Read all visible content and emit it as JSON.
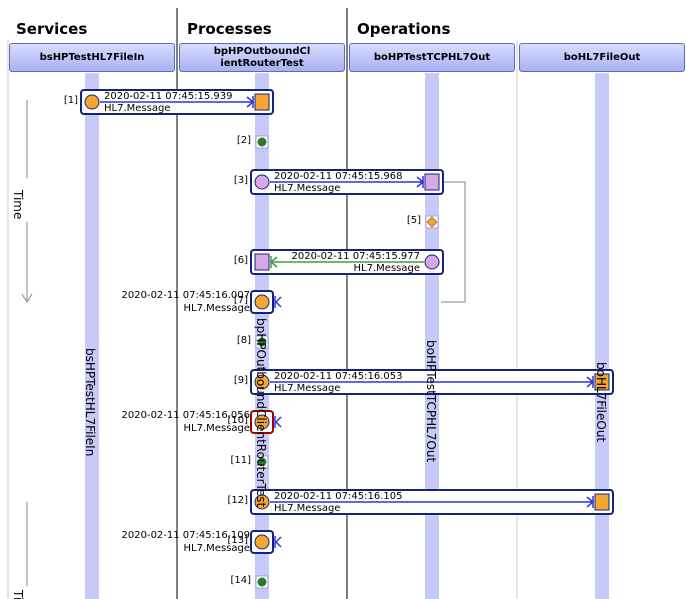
{
  "sections": {
    "services": "Services",
    "processes": "Processes",
    "operations": "Operations"
  },
  "columns": [
    {
      "name": "bsHPTestHL7FileIn",
      "label": "bsHPTestHL7FileIn",
      "vertical_label": "bsHPTestHL7FileIn"
    },
    {
      "name": "bpHPOutboundClientRouterTest",
      "label_line1": "bpHPOutboundCl",
      "label_line2": "ientRouterTest",
      "vertical_label": "bpHPOutboundClientRouterTest"
    },
    {
      "name": "boHPTestTCPHL7Out",
      "label": "boHPTestTCPHL7Out",
      "vertical_label": "boHPTestTCPHL7Out"
    },
    {
      "name": "boHL7FileOut",
      "label": "boHL7FileOut",
      "vertical_label": "boHL7FileOut"
    }
  ],
  "time_label": "Time",
  "colors": {
    "lane_bar": "#c7c9f8",
    "box_border": "#14237a",
    "blue_arrow": "#2b35e0",
    "green_arrow": "#3f9e3f",
    "orange": "#f5a630",
    "violet": "#d6a8e6",
    "green_dot": "#2a7a2a",
    "selected_border": "#a00000"
  },
  "events": [
    {
      "num": "[1]",
      "timestamp": "2020-02-11 07:45:15.939",
      "message": "HL7.Message",
      "from": 0,
      "to": 1,
      "kind": "send",
      "color": "orange"
    },
    {
      "num": "[2]",
      "at": 1,
      "kind": "dot"
    },
    {
      "num": "[3]",
      "timestamp": "2020-02-11 07:45:15.968",
      "message": "HL7.Message",
      "from": 1,
      "to": 2,
      "kind": "send",
      "color": "violet"
    },
    {
      "num": "[5]",
      "at": 2,
      "kind": "diamond"
    },
    {
      "num": "[6]",
      "timestamp": "2020-02-11 07:45:15.977",
      "message": "HL7.Message",
      "from": 2,
      "to": 1,
      "kind": "reply",
      "color": "violet"
    },
    {
      "num": "[7]",
      "timestamp": "2020-02-11 07:45:16.007",
      "message": "HL7.Message",
      "at": 1,
      "kind": "self"
    },
    {
      "num": "[8]",
      "at": 1,
      "kind": "dot"
    },
    {
      "num": "[9]",
      "timestamp": "2020-02-11 07:45:16.053",
      "message": "HL7.Message",
      "from": 1,
      "to": 3,
      "kind": "send",
      "color": "orange"
    },
    {
      "num": "[10]",
      "timestamp": "2020-02-11 07:45:16.056",
      "message": "HL7.Message",
      "at": 1,
      "kind": "self",
      "selected": true
    },
    {
      "num": "[11]",
      "at": 1,
      "kind": "dot"
    },
    {
      "num": "[12]",
      "timestamp": "2020-02-11 07:45:16.105",
      "message": "HL7.Message",
      "from": 1,
      "to": 3,
      "kind": "send",
      "color": "orange"
    },
    {
      "num": "[13]",
      "timestamp": "2020-02-11 07:45:16.109",
      "message": "HL7.Message",
      "at": 1,
      "kind": "self"
    },
    {
      "num": "[14]",
      "at": 1,
      "kind": "dot"
    }
  ]
}
